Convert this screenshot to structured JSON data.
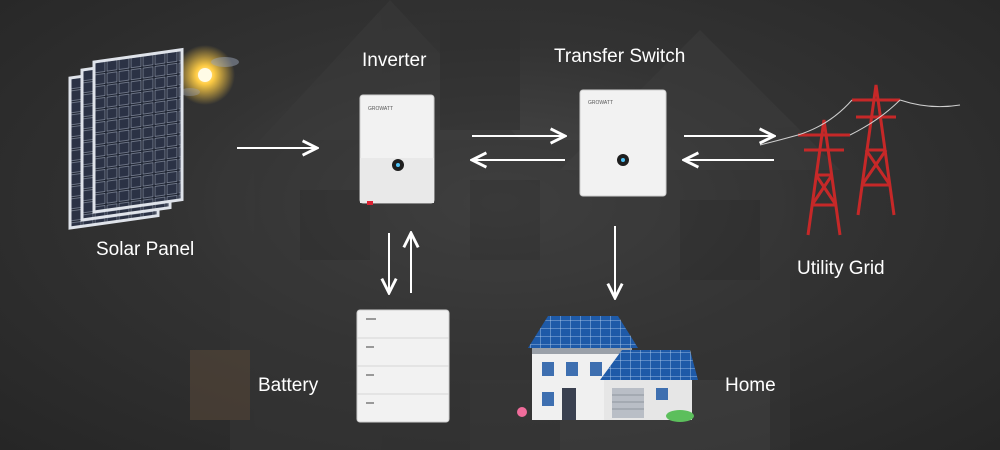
{
  "labels": {
    "solar_panel": "Solar Panel",
    "inverter": "Inverter",
    "transfer_switch": "Transfer Switch",
    "utility_grid": "Utility Grid",
    "battery": "Battery",
    "home": "Home"
  },
  "device_brand": "GROWATT",
  "colors": {
    "arrow": "#ffffff",
    "tower": "#c62828",
    "roof_blue": "#1e5aa8",
    "device_body": "#f2f2f2"
  }
}
